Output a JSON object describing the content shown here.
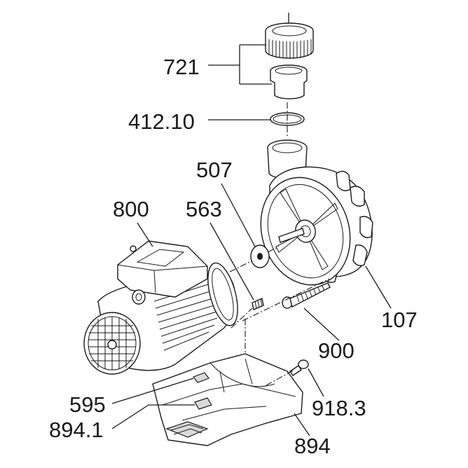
{
  "diagram": {
    "labels": {
      "union_nut": "721",
      "o_ring": "412.10",
      "washer": "507",
      "motor": "800",
      "screw_563": "563",
      "pump_casing": "107",
      "screw_900": "900",
      "cap_595": "595",
      "pad_894_1": "894.1",
      "screw_918_3": "918.3",
      "base": "894"
    }
  }
}
